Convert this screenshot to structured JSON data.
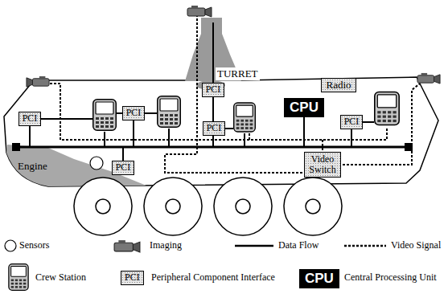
{
  "diagram": {
    "nodes": [
      {
        "text": [
          "PCI"
        ]
      },
      {
        "text": [
          "Radio"
        ]
      },
      {
        "text": [
          "PCI"
        ]
      },
      {
        "text": [
          "PCI"
        ]
      },
      {
        "text": [
          "CPU"
        ]
      },
      {
        "text": [
          "PCI"
        ]
      },
      {
        "text": [
          "PCI"
        ]
      },
      {
        "text": [
          "PCI"
        ]
      },
      {
        "text": [
          "Video Switch"
        ]
      }
    ],
    "labels": [
      "TURRET",
      "Engine",
      "PCI",
      "CPU"
    ],
    "legend": [
      {
        "text": "Sensors"
      },
      {
        "text": "Imaging"
      },
      {
        "text": "Data Flow"
      },
      {
        "text": "Video Signal"
      },
      {
        "text": "Crew Station"
      },
      {
        "text": "Peripheral Component Interface"
      },
      {
        "text": "Central Processing Unit"
      }
    ]
  }
}
